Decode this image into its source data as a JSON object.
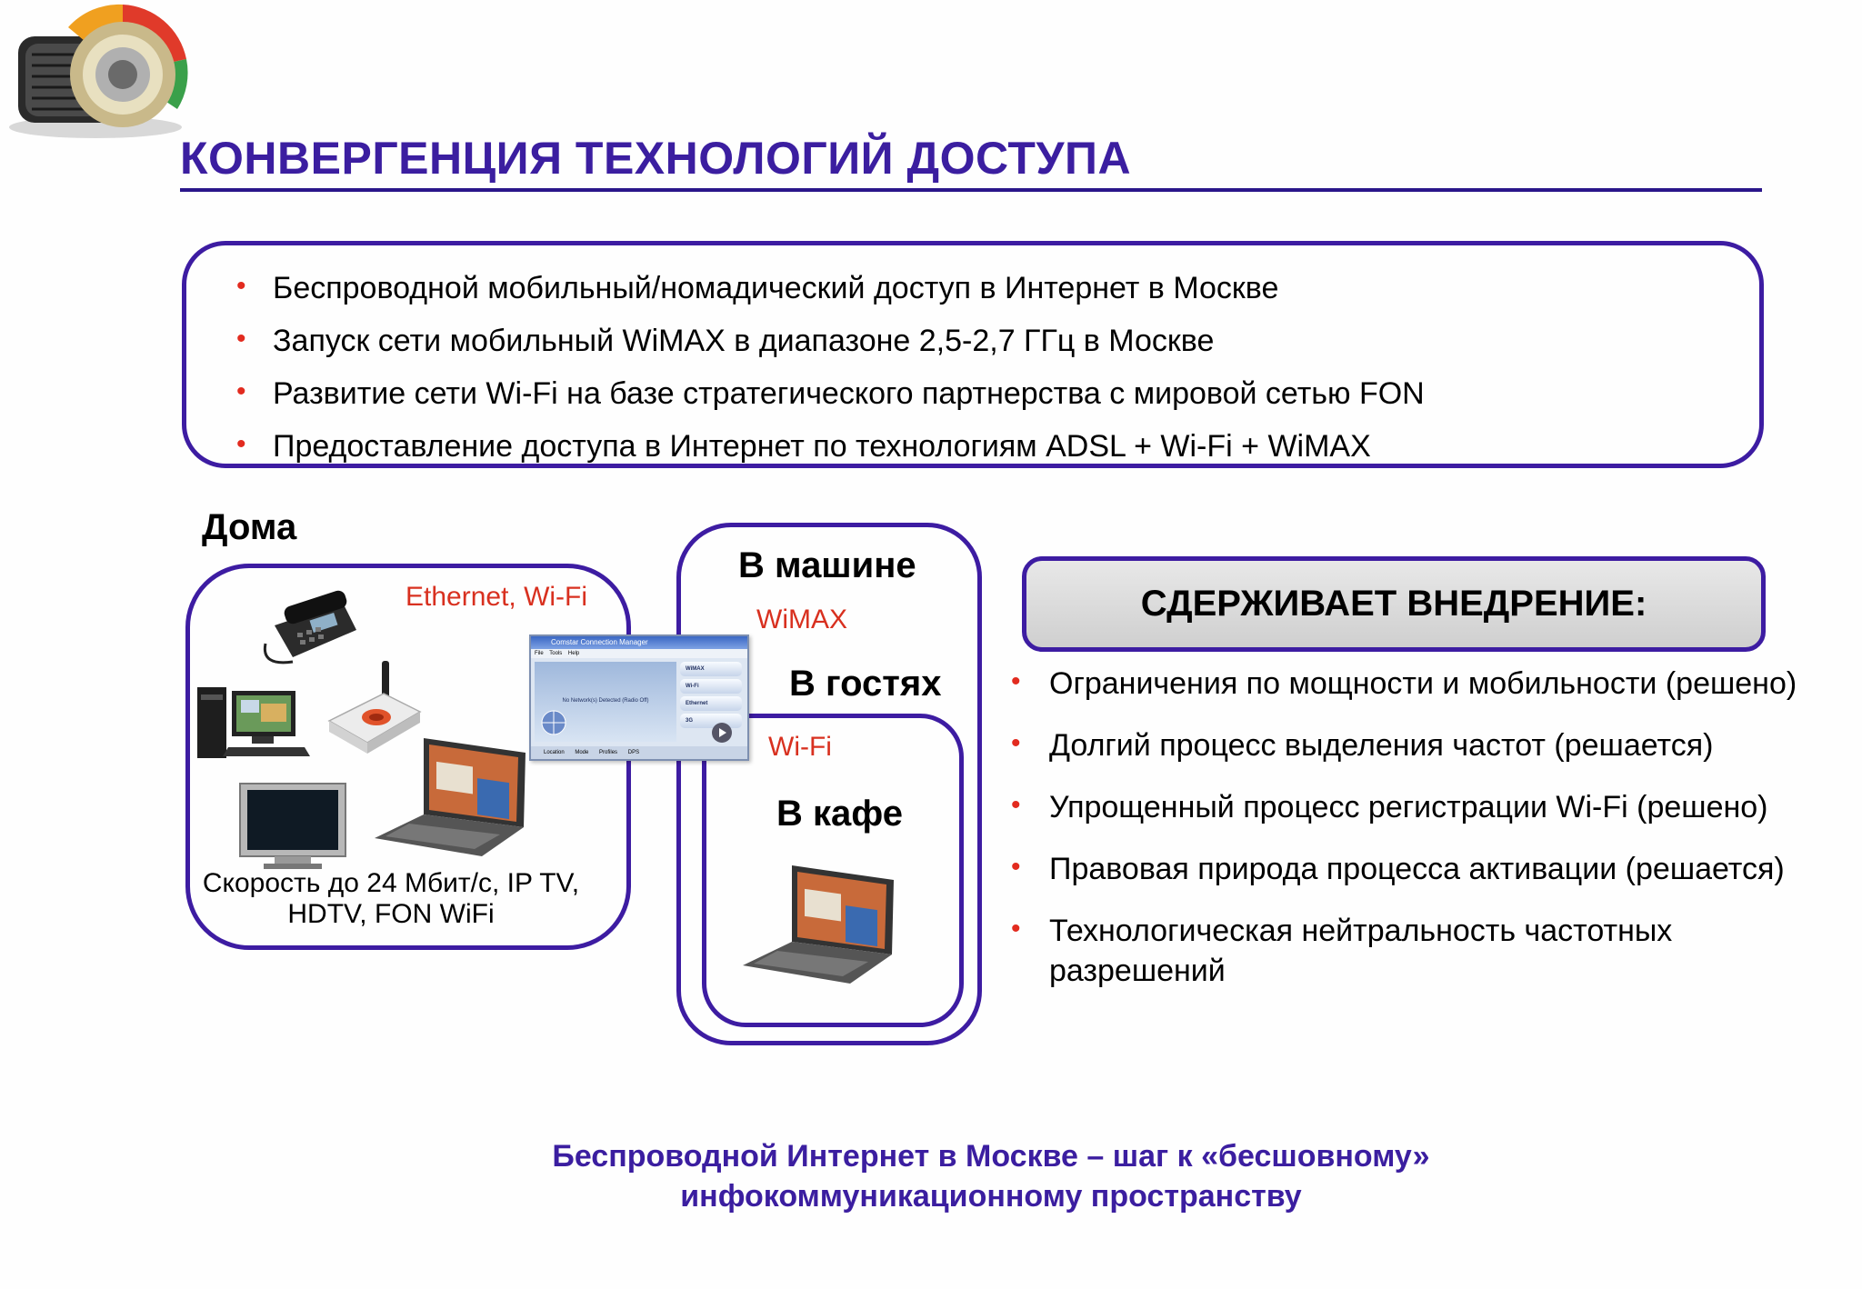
{
  "header": {
    "title": "КОНВЕРГЕНЦИЯ ТЕХНОЛОГИЙ ДОСТУПА"
  },
  "top_box": {
    "bullets": [
      "Беспроводной мобильный/номадический доступ в Интернет в Москве",
      "Запуск сети мобильный WiMAX в диапазоне 2,5-2,7 ГГц в Москве",
      "Развитие сети Wi-Fi на базе стратегического партнерства с мировой сетью FON",
      "Предоставление доступа в Интернет по технологиям ADSL + Wi-Fi + WiMAX"
    ]
  },
  "diagram": {
    "home": {
      "label": "Дома",
      "tech": "Ethernet, Wi-Fi",
      "speed": "Скорость до 24 Мбит/с, IP TV, HDTV, FON WiFi"
    },
    "car": {
      "label": "В машине",
      "tech": "WiMAX"
    },
    "guest": {
      "label": "В гостях"
    },
    "cafe": {
      "label": "В кафе",
      "tech": "Wi-Fi"
    },
    "app_window": {
      "title": "Comstar Connection Manager",
      "menu": "File Tools Help",
      "status": "No Network(s) Detected (Radio Off)",
      "side_items": [
        "WiMAX",
        "Wi-Fi",
        "Ethernet",
        "3G"
      ],
      "bottom_items": [
        "Location Mode",
        "Profiles",
        "DPS"
      ]
    }
  },
  "restrictions": {
    "title": "СДЕРЖИВАЕТ ВНЕДРЕНИЕ:",
    "items": [
      "Ограничения по мощности и мобильности (решено)",
      "Долгий процесс выделения частот (решается)",
      "Упрощенный процесс регистрации Wi-Fi (решено)",
      "Правовая природа процесса активации (решается)",
      "Технологическая нейтральность частотных разрешений"
    ]
  },
  "footer": {
    "line1": "Беспроводной Интернет в Москве – шаг к «бесшовному»",
    "line2": "инфокоммуникационному пространству"
  },
  "colors": {
    "accent": "#3d1ca2",
    "bullet": "#e22b1f",
    "tech_label": "#d8301f"
  }
}
